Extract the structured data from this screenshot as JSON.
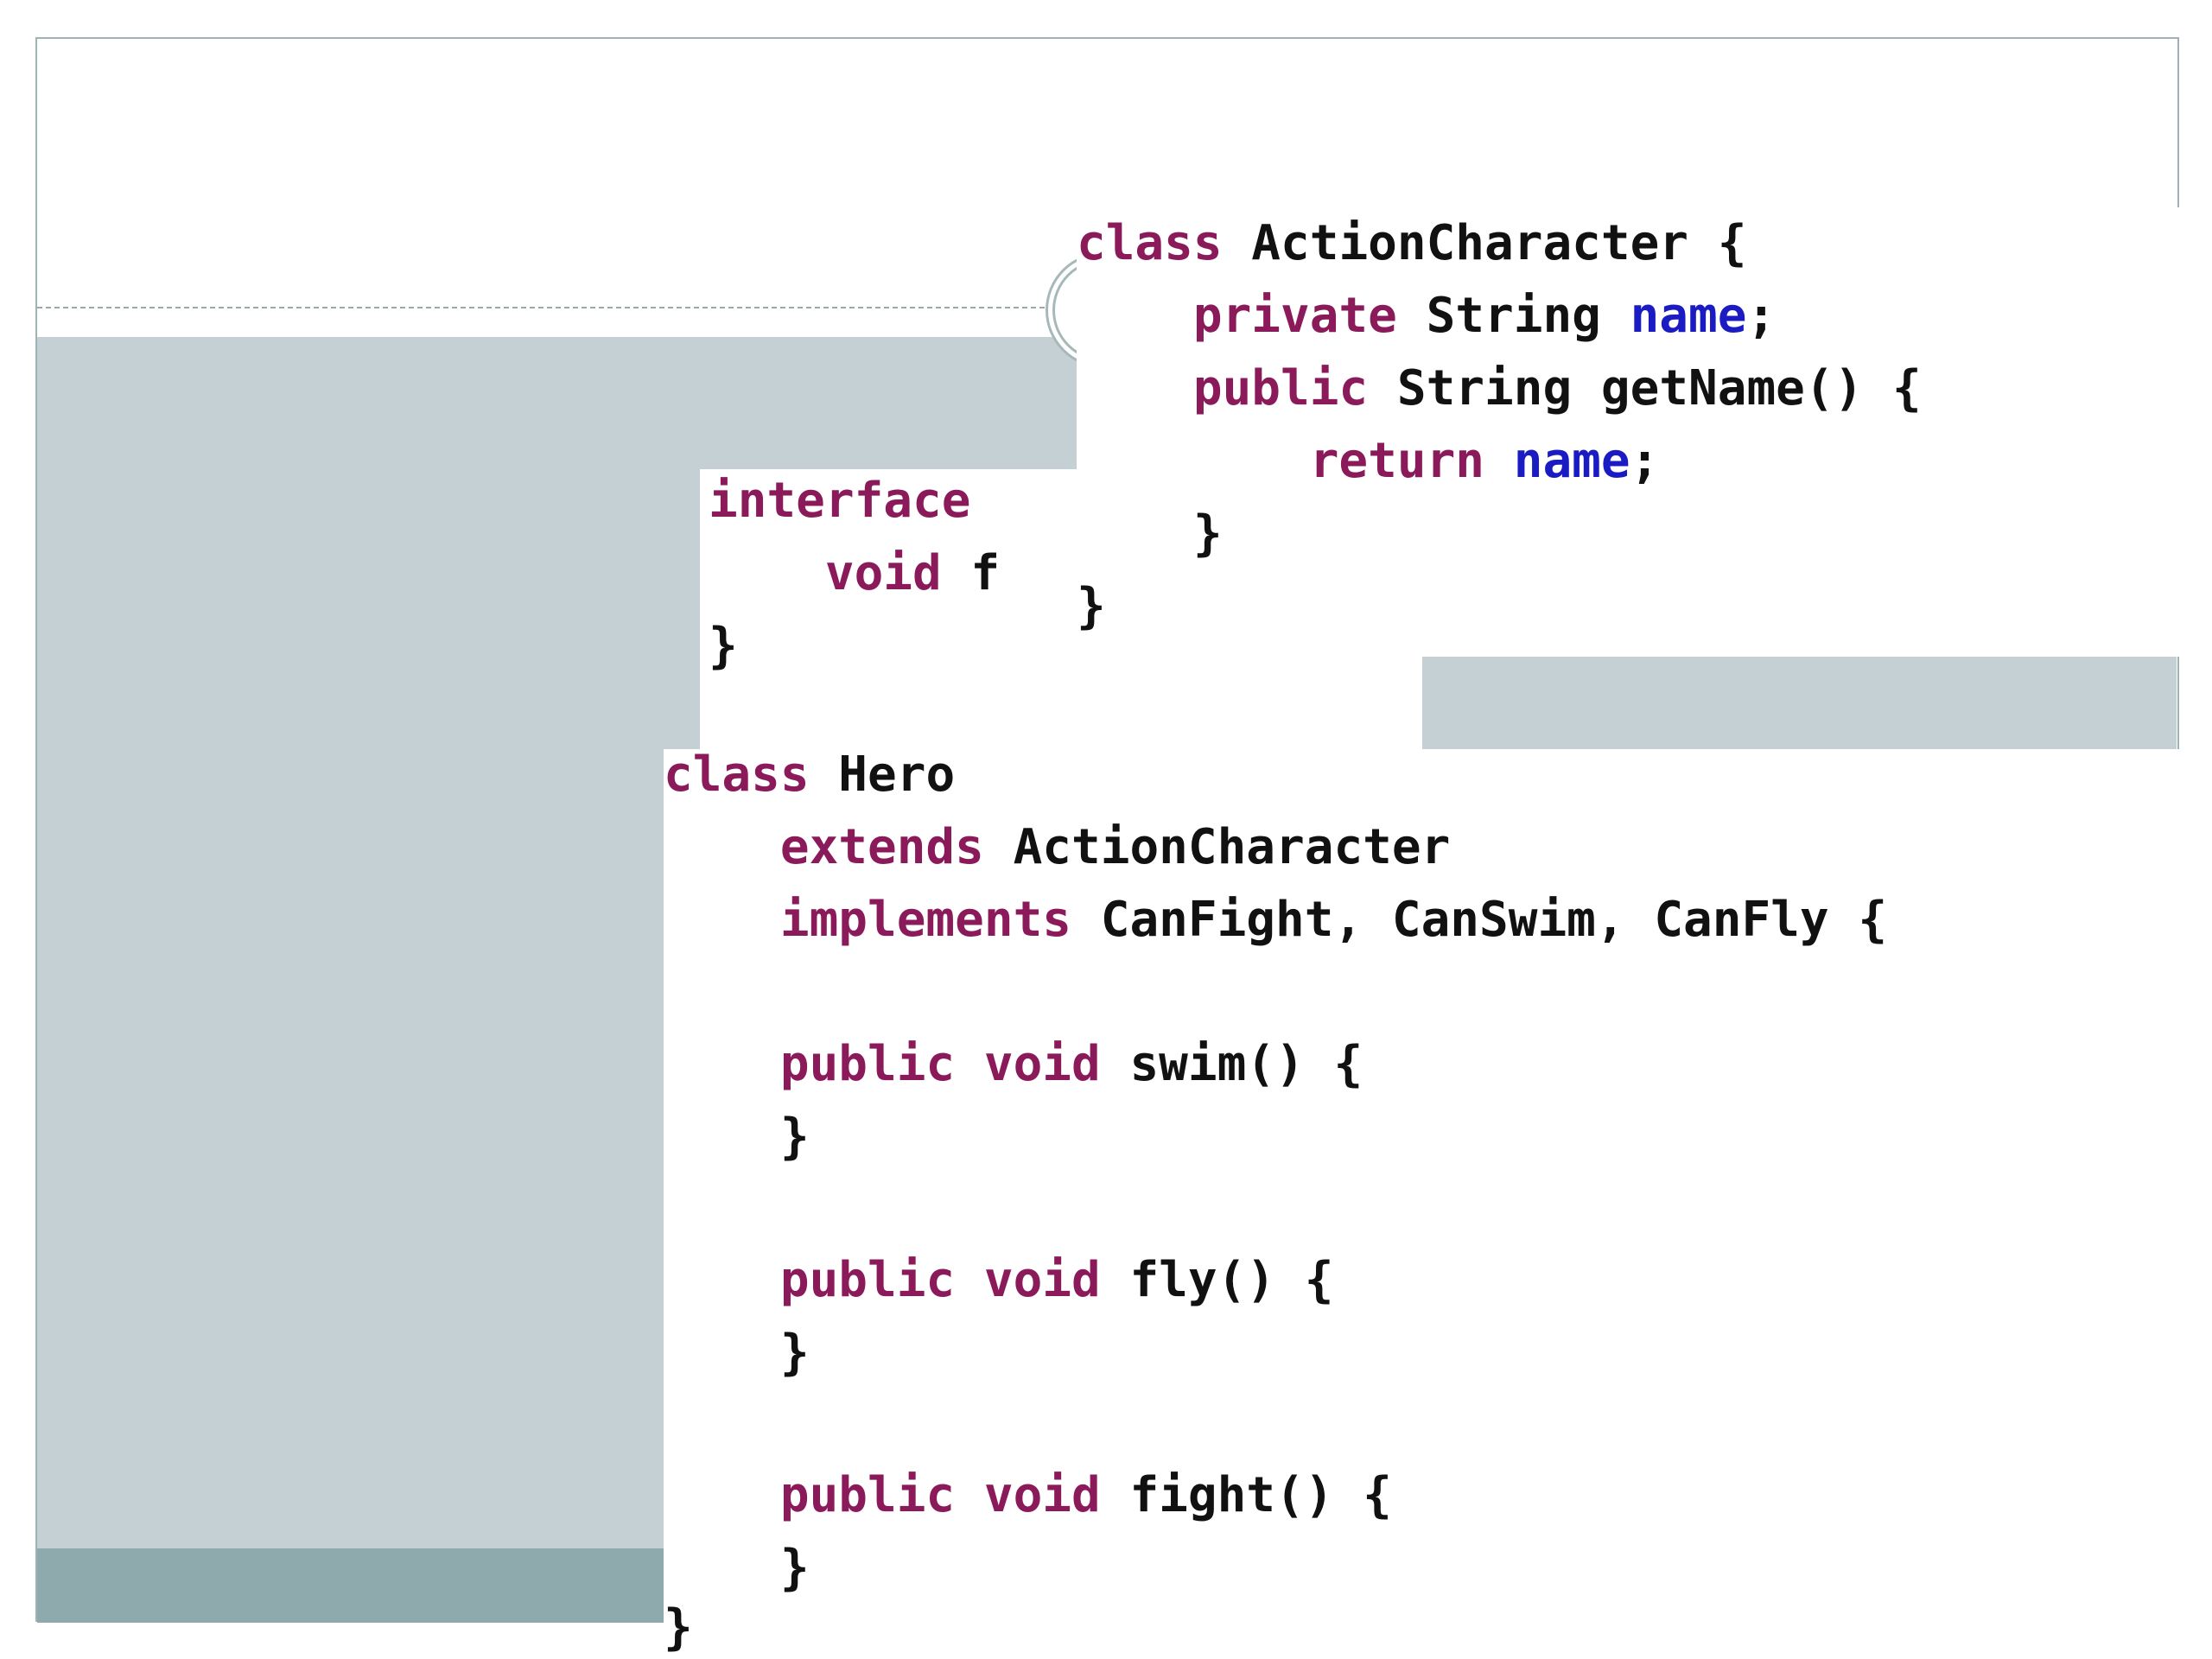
{
  "slide": {
    "colors": {
      "frame": "#9db3b5",
      "panel": "#c5d0d5",
      "footer": "#8eaaac",
      "keyword": "#8b1a5a",
      "field": "#1b1bc4",
      "text": "#111111"
    }
  },
  "code_blocks": {
    "action_character": {
      "line1": {
        "kw": "class",
        "rest": " ActionCharacter {"
      },
      "line2": {
        "kw": "private",
        "rest": " String ",
        "field": "name",
        "tail": ";"
      },
      "line3": {
        "kw": "public",
        "rest": " String getName() {"
      },
      "line4": {
        "kw": "return",
        "field": "name",
        "tail": ";"
      },
      "line5": {
        "text": "}"
      },
      "line6": {
        "text": "}"
      }
    },
    "interface": {
      "line1": {
        "kw": "interface"
      },
      "line2": {
        "kw": "void",
        "rest": " f"
      },
      "line3": {
        "text": "}"
      }
    },
    "hero": {
      "line1": {
        "kw": "class",
        "rest": " Hero"
      },
      "line2": {
        "kw": "extends",
        "rest": " ActionCharacter"
      },
      "line3": {
        "kw": "implements",
        "rest": " CanFight, CanSwim, CanFly {"
      },
      "line4": {
        "kw1": "public",
        "kw2": "void",
        "rest": " swim() {"
      },
      "line5": {
        "text": "}"
      },
      "line6": {
        "kw1": "public",
        "kw2": "void",
        "rest": " fly() {"
      },
      "line7": {
        "text": "}"
      },
      "line8": {
        "kw1": "public",
        "kw2": "void",
        "rest": " fight() {"
      },
      "line9": {
        "text": "}"
      },
      "line10": {
        "text": "}"
      }
    }
  }
}
